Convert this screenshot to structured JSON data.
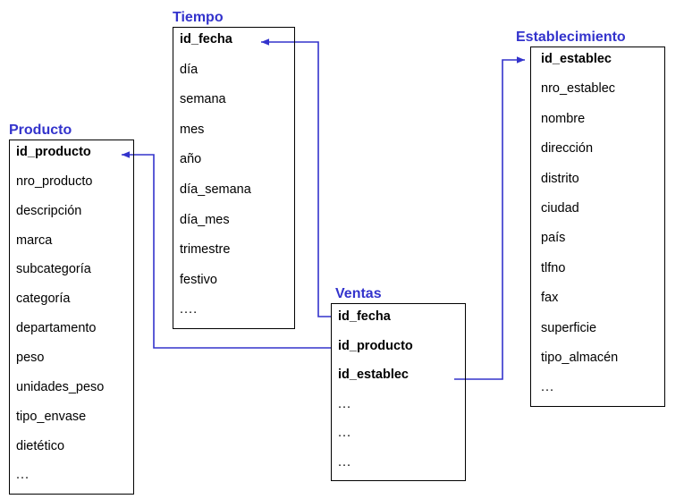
{
  "diagram": {
    "type": "star-schema",
    "title_color": "#3333cc",
    "line_color": "#3333cc",
    "box_border_color": "#000000",
    "text_color": "#000000"
  },
  "entities": {
    "producto": {
      "title": "Producto",
      "fields": [
        "id_producto",
        "nro_producto",
        "descripción",
        "marca",
        "subcategoría",
        "categoría",
        "departamento",
        "peso",
        "unidades_peso",
        "tipo_envase",
        "dietético",
        "..."
      ]
    },
    "tiempo": {
      "title": "Tiempo",
      "fields": [
        "id_fecha",
        "día",
        "semana",
        "mes",
        "año",
        "día_semana",
        "día_mes",
        "trimestre",
        "festivo",
        "...."
      ]
    },
    "establecimiento": {
      "title": "Establecimiento",
      "fields": [
        "id_establec",
        "nro_establec",
        "nombre",
        "dirección",
        "distrito",
        "ciudad",
        "país",
        "tlfno",
        "fax",
        "superficie",
        "tipo_almacén",
        "..."
      ]
    },
    "ventas": {
      "title": "Ventas",
      "fields": [
        "id_fecha",
        "id_producto",
        "id_establec",
        "...",
        "...",
        "..."
      ]
    }
  },
  "relationships": [
    {
      "name": "ventas-to-tiempo",
      "from": "ventas.id_fecha",
      "to": "tiempo.id_fecha"
    },
    {
      "name": "ventas-to-producto",
      "from": "ventas.id_producto",
      "to": "producto.id_producto"
    },
    {
      "name": "ventas-to-establecimiento",
      "from": "ventas.id_establec",
      "to": "establecimiento.id_establec"
    }
  ]
}
